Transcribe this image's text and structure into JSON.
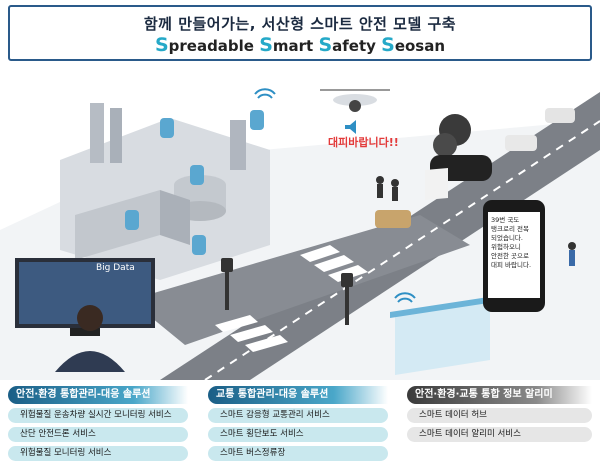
{
  "header": {
    "title_ko": "함께 만들어가는, 서산형 스마트 안전 모델 구축",
    "title_en_parts": [
      {
        "cap": "S",
        "rest": "preadable "
      },
      {
        "cap": "S",
        "rest": "mart "
      },
      {
        "cap": "S",
        "rest": "afety "
      },
      {
        "cap": "S",
        "rest": "eosan"
      }
    ]
  },
  "scene": {
    "speech_text": "대피바랍니다!!",
    "monitor_label": "Big Data",
    "phone_lines": [
      "39번 국도",
      "탱크로리 전복",
      "되었습니다.",
      "위험하오니",
      "안전한 곳으로",
      "대피 바랍니다."
    ],
    "icons": [
      "drone-icon",
      "speaker-icon",
      "wifi-icon",
      "sensor-icon",
      "traffic-light-icon",
      "bus-stop-icon",
      "person-icon"
    ]
  },
  "panels": [
    {
      "title": "안전·환경 통합관리-대응 솔루션",
      "items": [
        "위험물질 운송차량 실시간 모니터링 서비스",
        "산단 안전드론 서비스",
        "위험물질 모니터링 서비스"
      ]
    },
    {
      "title": "교통 통합관리-대응 솔루션",
      "items": [
        "스마트 감응형 교통관리 서비스",
        "스마트 횡단보도 서비스",
        "스마트 버스정류장"
      ]
    },
    {
      "title": "안전·환경·교통 통합 정보 알리미",
      "items": [
        "스마트 데이터 허브",
        "스마트 데이터 알리미 서비스"
      ]
    }
  ],
  "colors": {
    "accent": "#25a9c8",
    "header_border": "#2a5a8a",
    "alert": "#e33a3a"
  }
}
